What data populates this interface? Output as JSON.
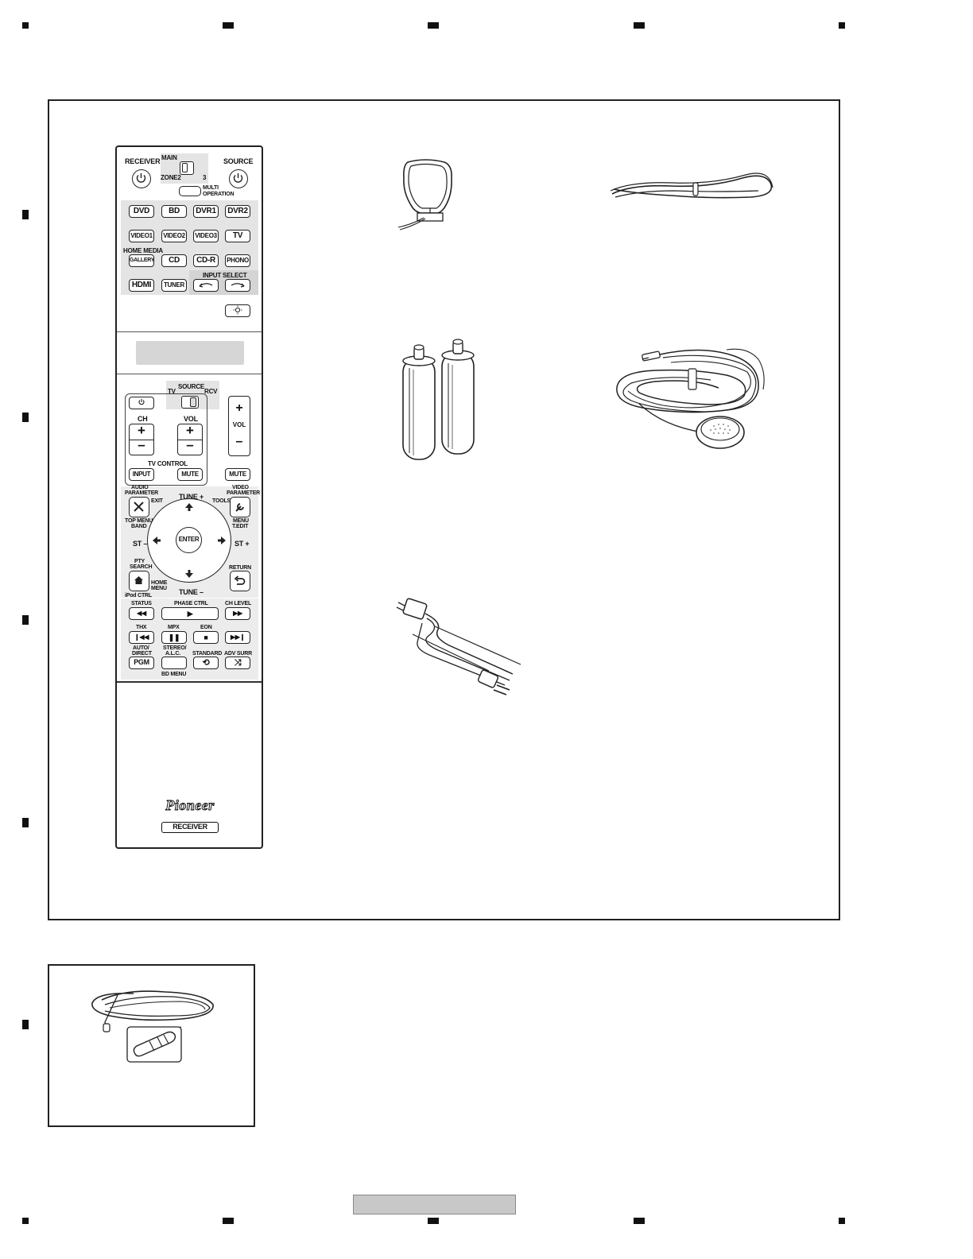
{
  "remote": {
    "top": {
      "receiver": "RECEIVER",
      "source": "SOURCE",
      "main": "MAIN",
      "zone2": "ZONE2",
      "zone3": "3",
      "multi_operation_1": "MULTI",
      "multi_operation_2": "OPERATION"
    },
    "input_buttons": {
      "dvd": "DVD",
      "bd": "BD",
      "dvr1": "DVR1",
      "dvr2": "DVR2",
      "video1": "VIDEO1",
      "video2": "VIDEO2",
      "video3": "VIDEO3",
      "tv": "TV",
      "home_media": "HOME MEDIA",
      "gallery": "GALLERY",
      "cd": "CD",
      "cdr": "CD-R",
      "phono": "PHONO",
      "hdmi": "HDMI",
      "tuner": "TUNER",
      "input_select": "INPUT SELECT"
    },
    "tv_section": {
      "source": "SOURCE",
      "tv": "TV",
      "rcv": "RCV",
      "ch": "CH",
      "vol": "VOL",
      "vol_right": "VOL",
      "plus": "+",
      "minus": "–",
      "tv_control": "TV CONTROL",
      "input": "INPUT",
      "mute": "MUTE",
      "mute_right": "MUTE"
    },
    "nav": {
      "audio_parameter_1": "AUDIO",
      "audio_parameter_2": "PARAMETER",
      "exit": "EXIT",
      "video_parameter_1": "VIDEO",
      "video_parameter_2": "PARAMETER",
      "tools": "TOOLS",
      "tune_plus": "TUNE +",
      "tune_minus": "TUNE –",
      "top_menu_1": "TOP MENU",
      "top_menu_2": "BAND",
      "menu_1": "MENU",
      "menu_2": "T.EDIT",
      "st_minus": "ST –",
      "st_plus": "ST +",
      "enter": "ENTER",
      "pty_1": "PTY",
      "pty_2": "SEARCH",
      "home_menu_1": "HOME",
      "home_menu_2": "MENU",
      "return": "RETURN",
      "ipod_ctrl": "iPod CTRL"
    },
    "playback": {
      "status": "STATUS",
      "phase_ctrl": "PHASE CTRL",
      "ch_level": "CH LEVEL",
      "thx": "THX",
      "mpx": "MPX",
      "eon": "EON",
      "auto_1": "AUTO/",
      "auto_2": "DIRECT",
      "stereo_1": "STEREO/",
      "stereo_2": "A.L.C.",
      "standard": "STANDARD",
      "adv_surr": "ADV SURR",
      "pgm": "PGM",
      "bd_menu": "BD MENU"
    },
    "brand": {
      "logo": "Pioneer",
      "badge": "RECEIVER"
    }
  },
  "icons": {
    "power": "power-icon",
    "dimmer": "dimmer-icon",
    "exit": "close-icon",
    "tools": "wrench-icon",
    "home": "home-icon",
    "return": "return-icon"
  }
}
